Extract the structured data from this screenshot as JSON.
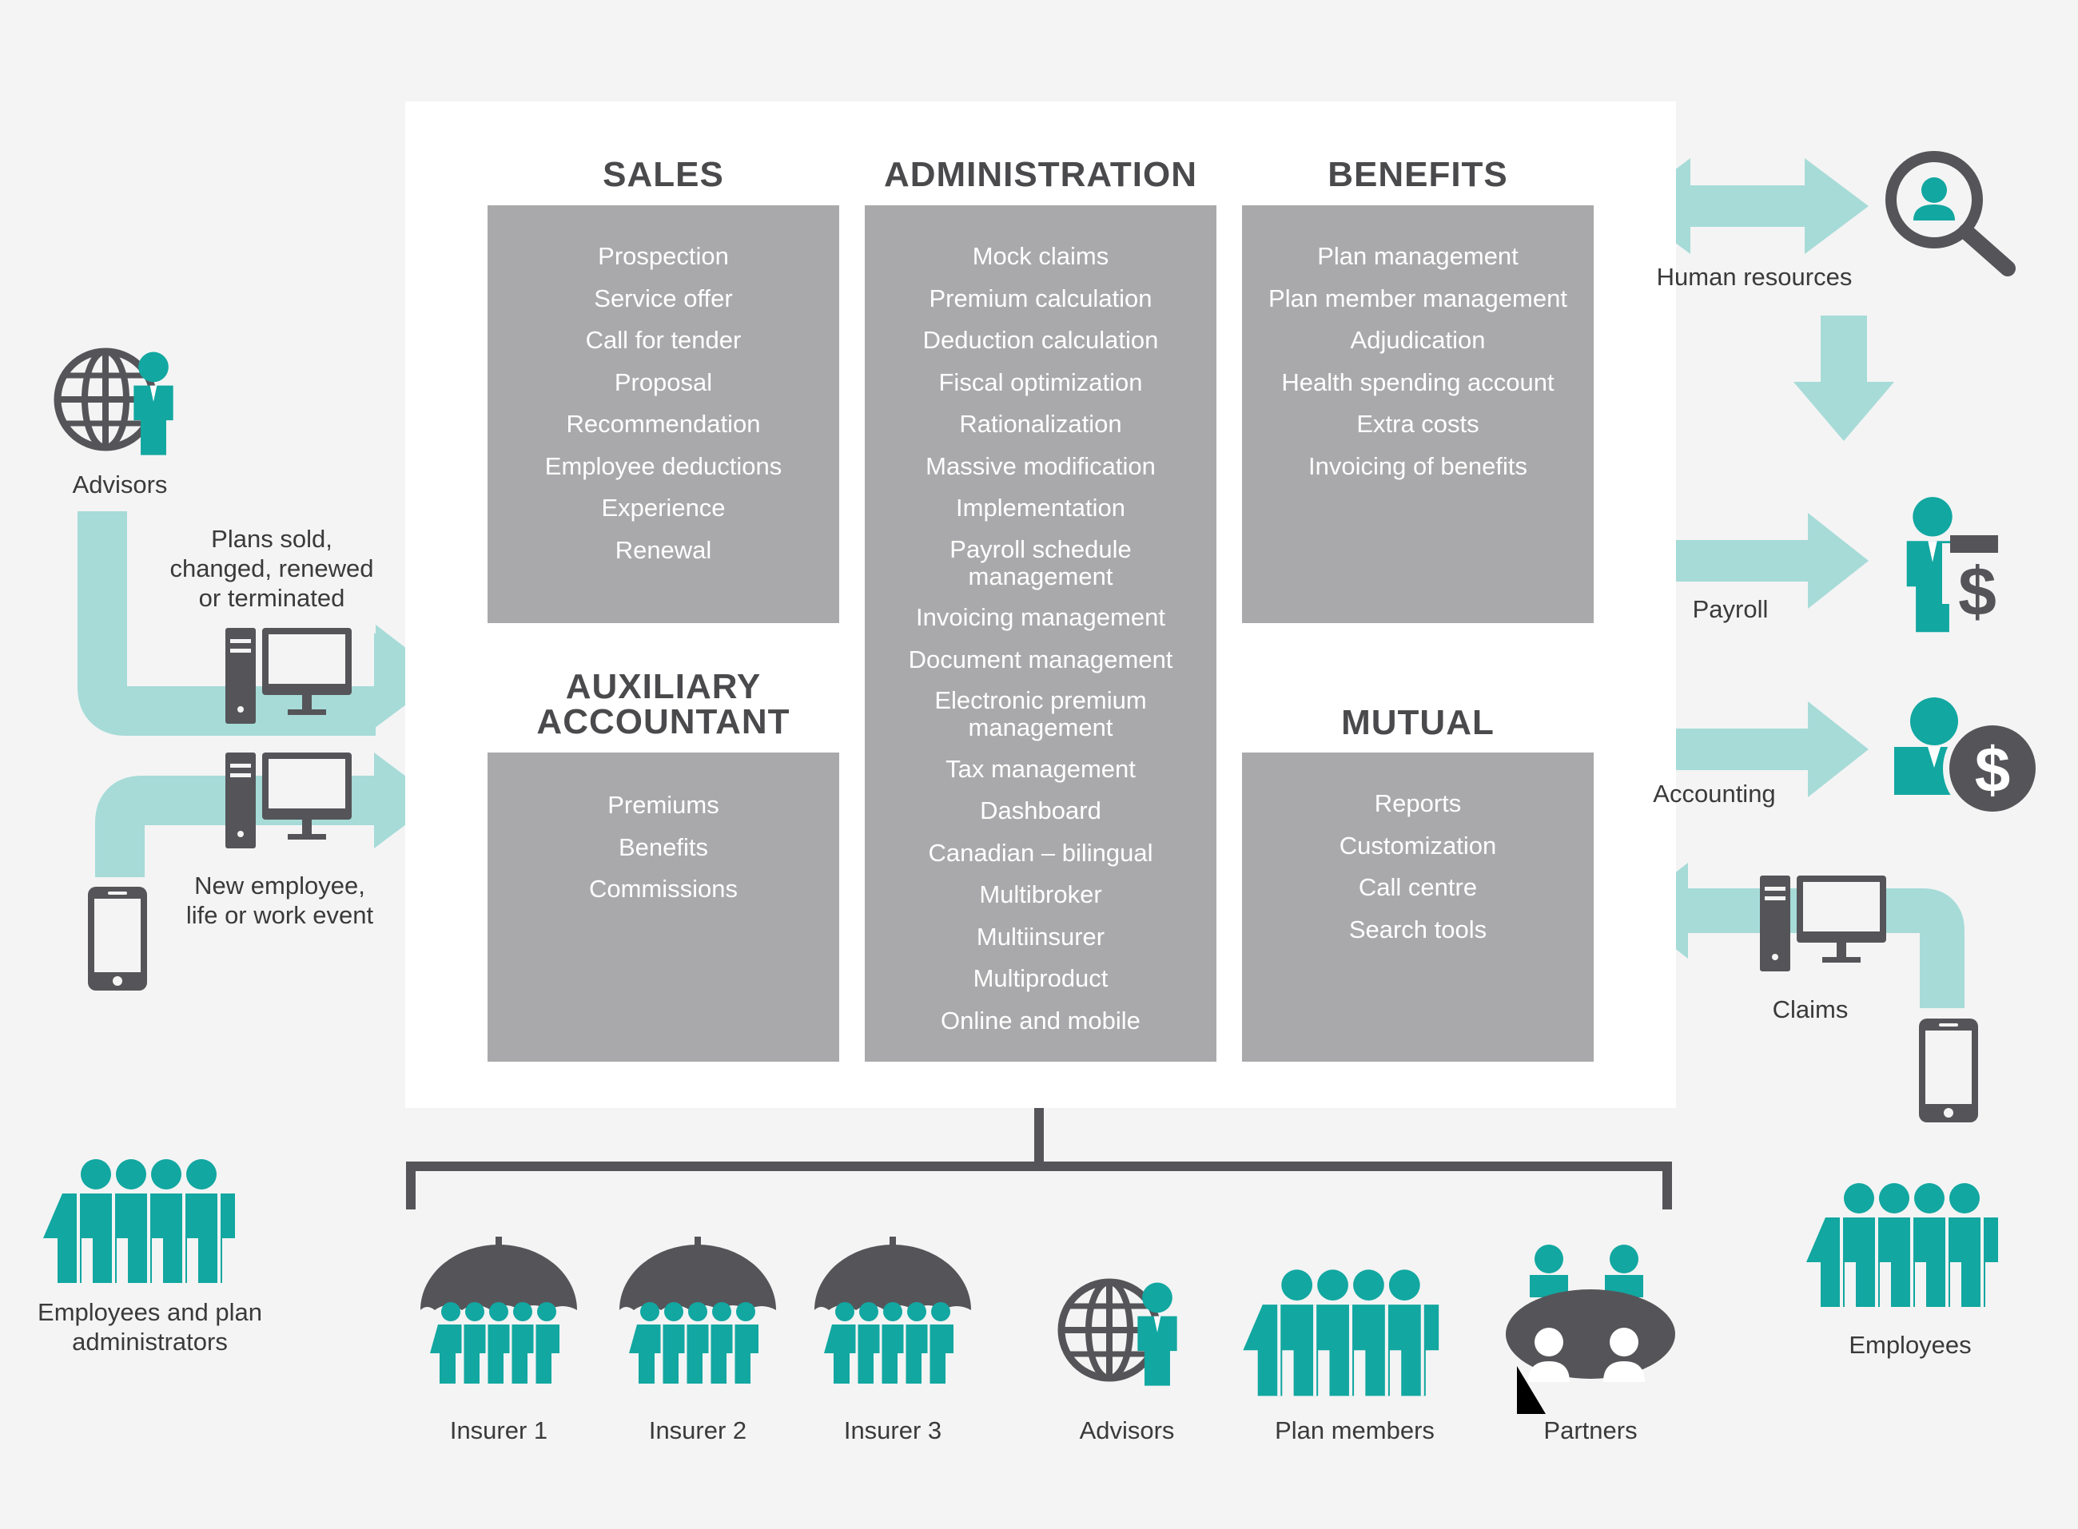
{
  "colors": {
    "teal": "#12a7a1",
    "arrow": "#a6dbd8",
    "dark": "#555559",
    "box": "#a9a9ab",
    "panel": "#ffffff",
    "background": "#f4f4f4"
  },
  "sections": {
    "sales": {
      "title": "SALES",
      "items": [
        "Prospection",
        "Service offer",
        "Call for tender",
        "Proposal",
        "Recommendation",
        "Employee deductions",
        "Experience",
        "Renewal"
      ]
    },
    "administration": {
      "title": "ADMINISTRATION",
      "items": [
        "Mock claims",
        "Premium calculation",
        "Deduction calculation",
        "Fiscal optimization",
        "Rationalization",
        "Massive modification",
        "Implementation",
        "Payroll schedule management",
        "Invoicing management",
        "Document management",
        "Electronic premium management",
        "Tax management",
        "Dashboard",
        "Canadian – bilingual",
        "Multibroker",
        "Multiinsurer",
        "Multiproduct",
        "Online and mobile"
      ]
    },
    "benefits": {
      "title": "BENEFITS",
      "items": [
        "Plan management",
        "Plan member management",
        "Adjudication",
        "Health spending account",
        "Extra costs",
        "Invoicing of benefits"
      ]
    },
    "auxiliary": {
      "title_line1": "AUXILIARY",
      "title_line2": "ACCOUNTANT",
      "items": [
        "Premiums",
        "Benefits",
        "Commissions"
      ]
    },
    "mutual": {
      "title": "MUTUAL",
      "items": [
        "Reports",
        "Customization",
        "Call centre",
        "Search tools"
      ]
    }
  },
  "left": {
    "advisors": "Advisors",
    "plans_flow": [
      "Plans sold,",
      "changed, renewed",
      "or terminated"
    ],
    "employee_flow": [
      "New employee,",
      "life or work event"
    ],
    "employees_admins": [
      "Employees and plan",
      "administrators"
    ]
  },
  "right": {
    "human_resources": "Human resources",
    "payroll": "Payroll",
    "accounting": "Accounting",
    "claims": "Claims",
    "employees": "Employees"
  },
  "bottom": [
    "Insurer 1",
    "Insurer 2",
    "Insurer 3",
    "Advisors",
    "Plan members",
    "Partners"
  ],
  "icons": {
    "advisor": "advisor-globe-icon",
    "computer": "computer-icon",
    "phone": "phone-icon",
    "group": "group-icon",
    "insurer": "umbrella-group-icon",
    "partners": "partners-table-icon",
    "search_person": "search-person-icon",
    "payroll": "person-dollar-sign-icon",
    "accounting": "person-dollar-coin-icon"
  }
}
